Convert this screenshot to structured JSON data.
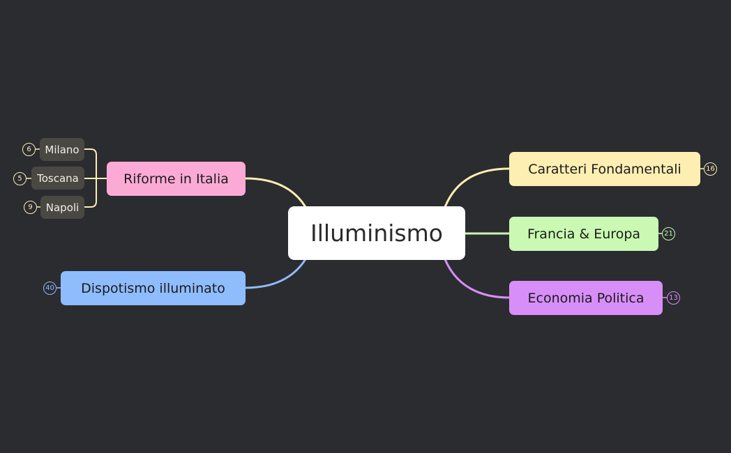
{
  "root": {
    "label": "Illuminismo"
  },
  "colors": {
    "background": "#2b2c30",
    "caratteri": "#fdeeb2",
    "francia": "#c9f9b2",
    "economia": "#d88ef8",
    "riforme": "#fbaad6",
    "dispotismo": "#8fbcfd",
    "leaf": "#4a4843"
  },
  "branches": {
    "caratteri": {
      "label": "Caratteri Fondamentali",
      "count": "16"
    },
    "francia": {
      "label": "Francia & Europa",
      "count": "21"
    },
    "economia": {
      "label": "Economia Politica",
      "count": "13"
    },
    "riforme": {
      "label": "Riforme in Italia",
      "children": [
        {
          "label": "Milano",
          "count": "6"
        },
        {
          "label": "Toscana",
          "count": "5"
        },
        {
          "label": "Napoli",
          "count": "9"
        }
      ]
    },
    "dispotismo": {
      "label": "Dispotismo illuminato",
      "count": "40"
    }
  }
}
